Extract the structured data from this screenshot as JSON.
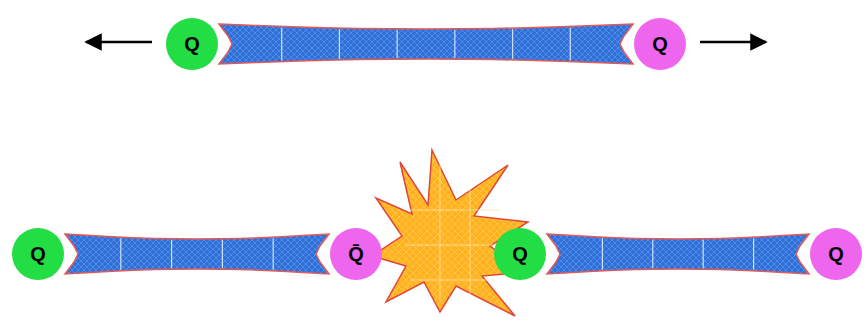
{
  "diagram": {
    "nodes": [
      {
        "text": [
          "Q"
        ]
      },
      {
        "text": [
          "Q"
        ]
      },
      {
        "text": [
          "Q"
        ]
      },
      {
        "text": [
          "Q̄"
        ]
      },
      {
        "text": [
          "Q"
        ]
      },
      {
        "text": [
          "Q"
        ]
      }
    ],
    "edges": [
      {
        "from": 0,
        "to": 1,
        "arrow": "none"
      },
      {
        "from": 2,
        "to": 3,
        "arrow": "none"
      },
      {
        "from": 4,
        "to": 5,
        "arrow": "none"
      }
    ]
  }
}
